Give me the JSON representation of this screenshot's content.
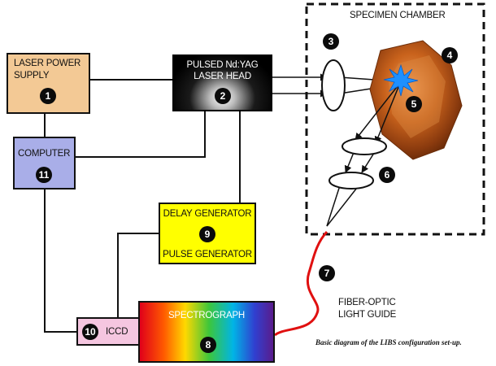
{
  "components": {
    "laser_power_supply": {
      "line1": "LASER POWER",
      "line2": "SUPPLY",
      "number": "1",
      "color": "#f3c995"
    },
    "laser_head": {
      "line1": "PULSED Nd:YAG",
      "line2": "LASER HEAD",
      "number": "2"
    },
    "lens": {
      "number": "3"
    },
    "specimen": {
      "number": "4"
    },
    "plasma": {
      "number": "5",
      "color": "#1e90ff"
    },
    "collection_optics": {
      "number": "6"
    },
    "fiber_optic": {
      "number": "7",
      "line1": "FIBER-OPTIC",
      "line2": "LIGHT GUIDE",
      "color": "#e01010"
    },
    "spectrograph": {
      "label": "SPECTROGRAPH",
      "number": "8"
    },
    "delay_generator": {
      "line1": "DELAY GENERATOR",
      "line2": "PULSE GENERATOR",
      "number": "9",
      "color": "#ffff00"
    },
    "iccd": {
      "label": "ICCD",
      "number": "10",
      "color": "#f5c6e0"
    },
    "computer": {
      "label": "COMPUTER",
      "number": "11",
      "color": "#a9aee8"
    }
  },
  "chamber": {
    "label": "SPECIMEN CHAMBER"
  },
  "caption": "Basic diagram of the LIBS configuration set-up."
}
